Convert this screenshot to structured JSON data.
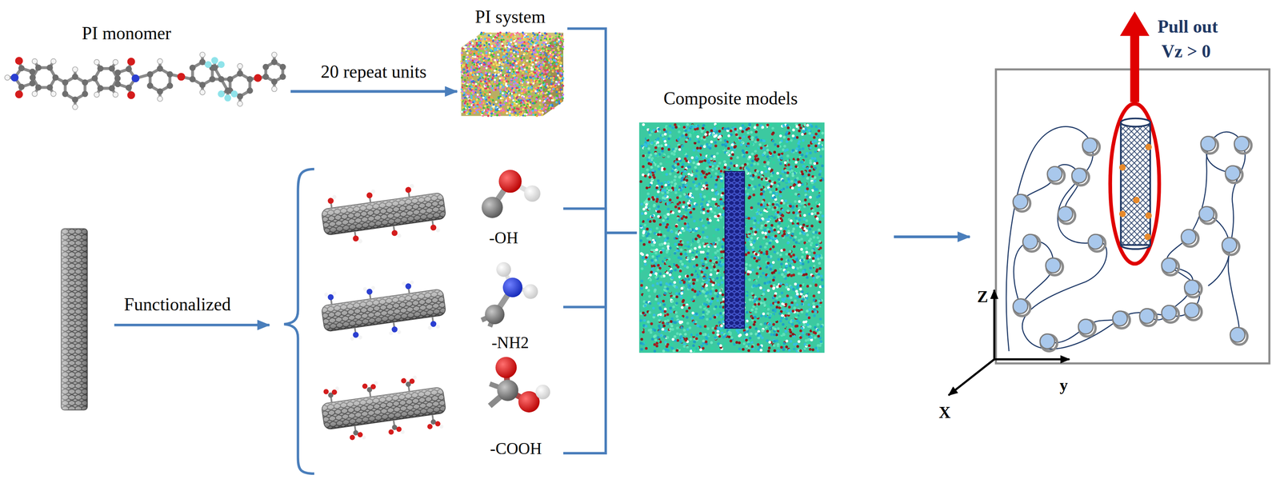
{
  "diagram": {
    "nodes": [
      {
        "text": [
          "PI monomer"
        ]
      },
      {
        "text": [
          "PI system"
        ]
      },
      {
        "text": [
          "-OH"
        ]
      },
      {
        "text": [
          "-NH2"
        ]
      },
      {
        "text": [
          "-COOH"
        ]
      },
      {
        "text": [
          "Composite models"
        ]
      },
      {
        "text": [
          "Pull out",
          "Vz > 0"
        ]
      }
    ],
    "edges": [
      {
        "from": 0,
        "to": 1,
        "arrow": "to",
        "label": "20 repeat units"
      },
      {
        "from": 1,
        "to": 5,
        "arrow": "none"
      },
      {
        "from": 2,
        "to": 5,
        "arrow": "none"
      },
      {
        "from": 3,
        "to": 5,
        "arrow": "none"
      },
      {
        "from": 4,
        "to": 5,
        "arrow": "none"
      },
      {
        "from": 5,
        "to": 6,
        "arrow": "to"
      }
    ],
    "labels": [
      "Functionalized",
      "Z",
      "y",
      "X"
    ]
  }
}
